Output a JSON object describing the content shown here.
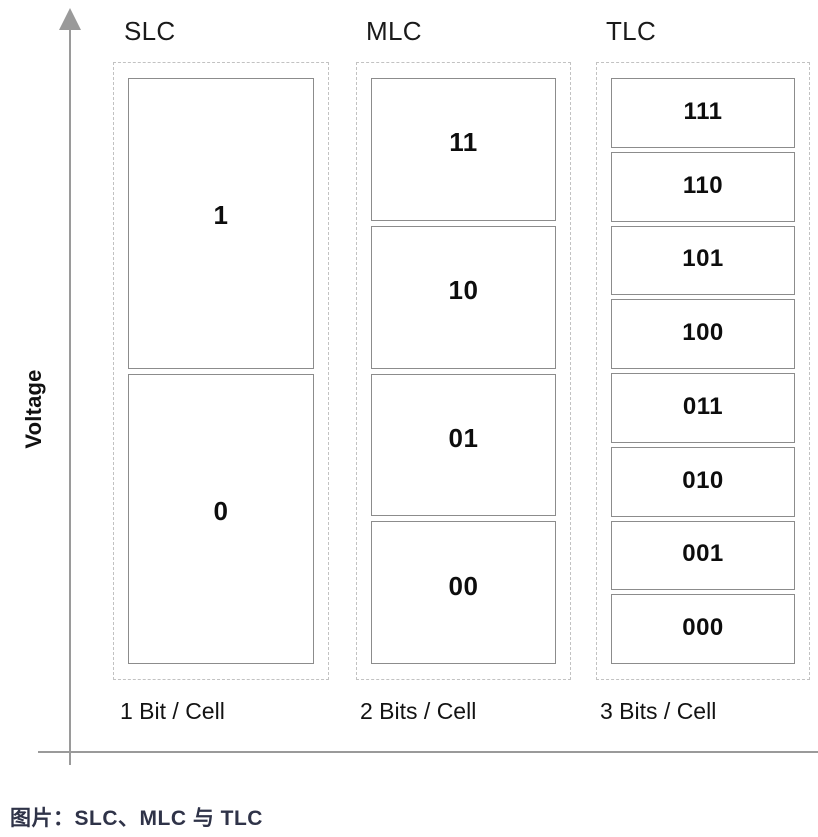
{
  "figure": {
    "caption": "图片：SLC、MLC 与 TLC",
    "caption_color": "#2f3348",
    "background": "#ffffff"
  },
  "axes": {
    "y_label": "Voltage",
    "y_arrow_icon": "arrow-up-icon",
    "axis_color": "#9a9a9a",
    "x_label": ""
  },
  "style": {
    "group_border_color": "#c2c2c2",
    "cell_border_color": "#8c8c8c",
    "text_color": "#0d0d0d"
  },
  "columns": [
    {
      "id": "slc",
      "header": "SLC",
      "footer": "1 Bit / Cell",
      "bits_per_cell": 1,
      "levels": [
        "1",
        "0"
      ]
    },
    {
      "id": "mlc",
      "header": "MLC",
      "footer": "2 Bits / Cell",
      "bits_per_cell": 2,
      "levels": [
        "11",
        "10",
        "01",
        "00"
      ]
    },
    {
      "id": "tlc",
      "header": "TLC",
      "footer": "3 Bits / Cell",
      "bits_per_cell": 3,
      "levels": [
        "111",
        "110",
        "101",
        "100",
        "011",
        "010",
        "001",
        "000"
      ]
    }
  ]
}
